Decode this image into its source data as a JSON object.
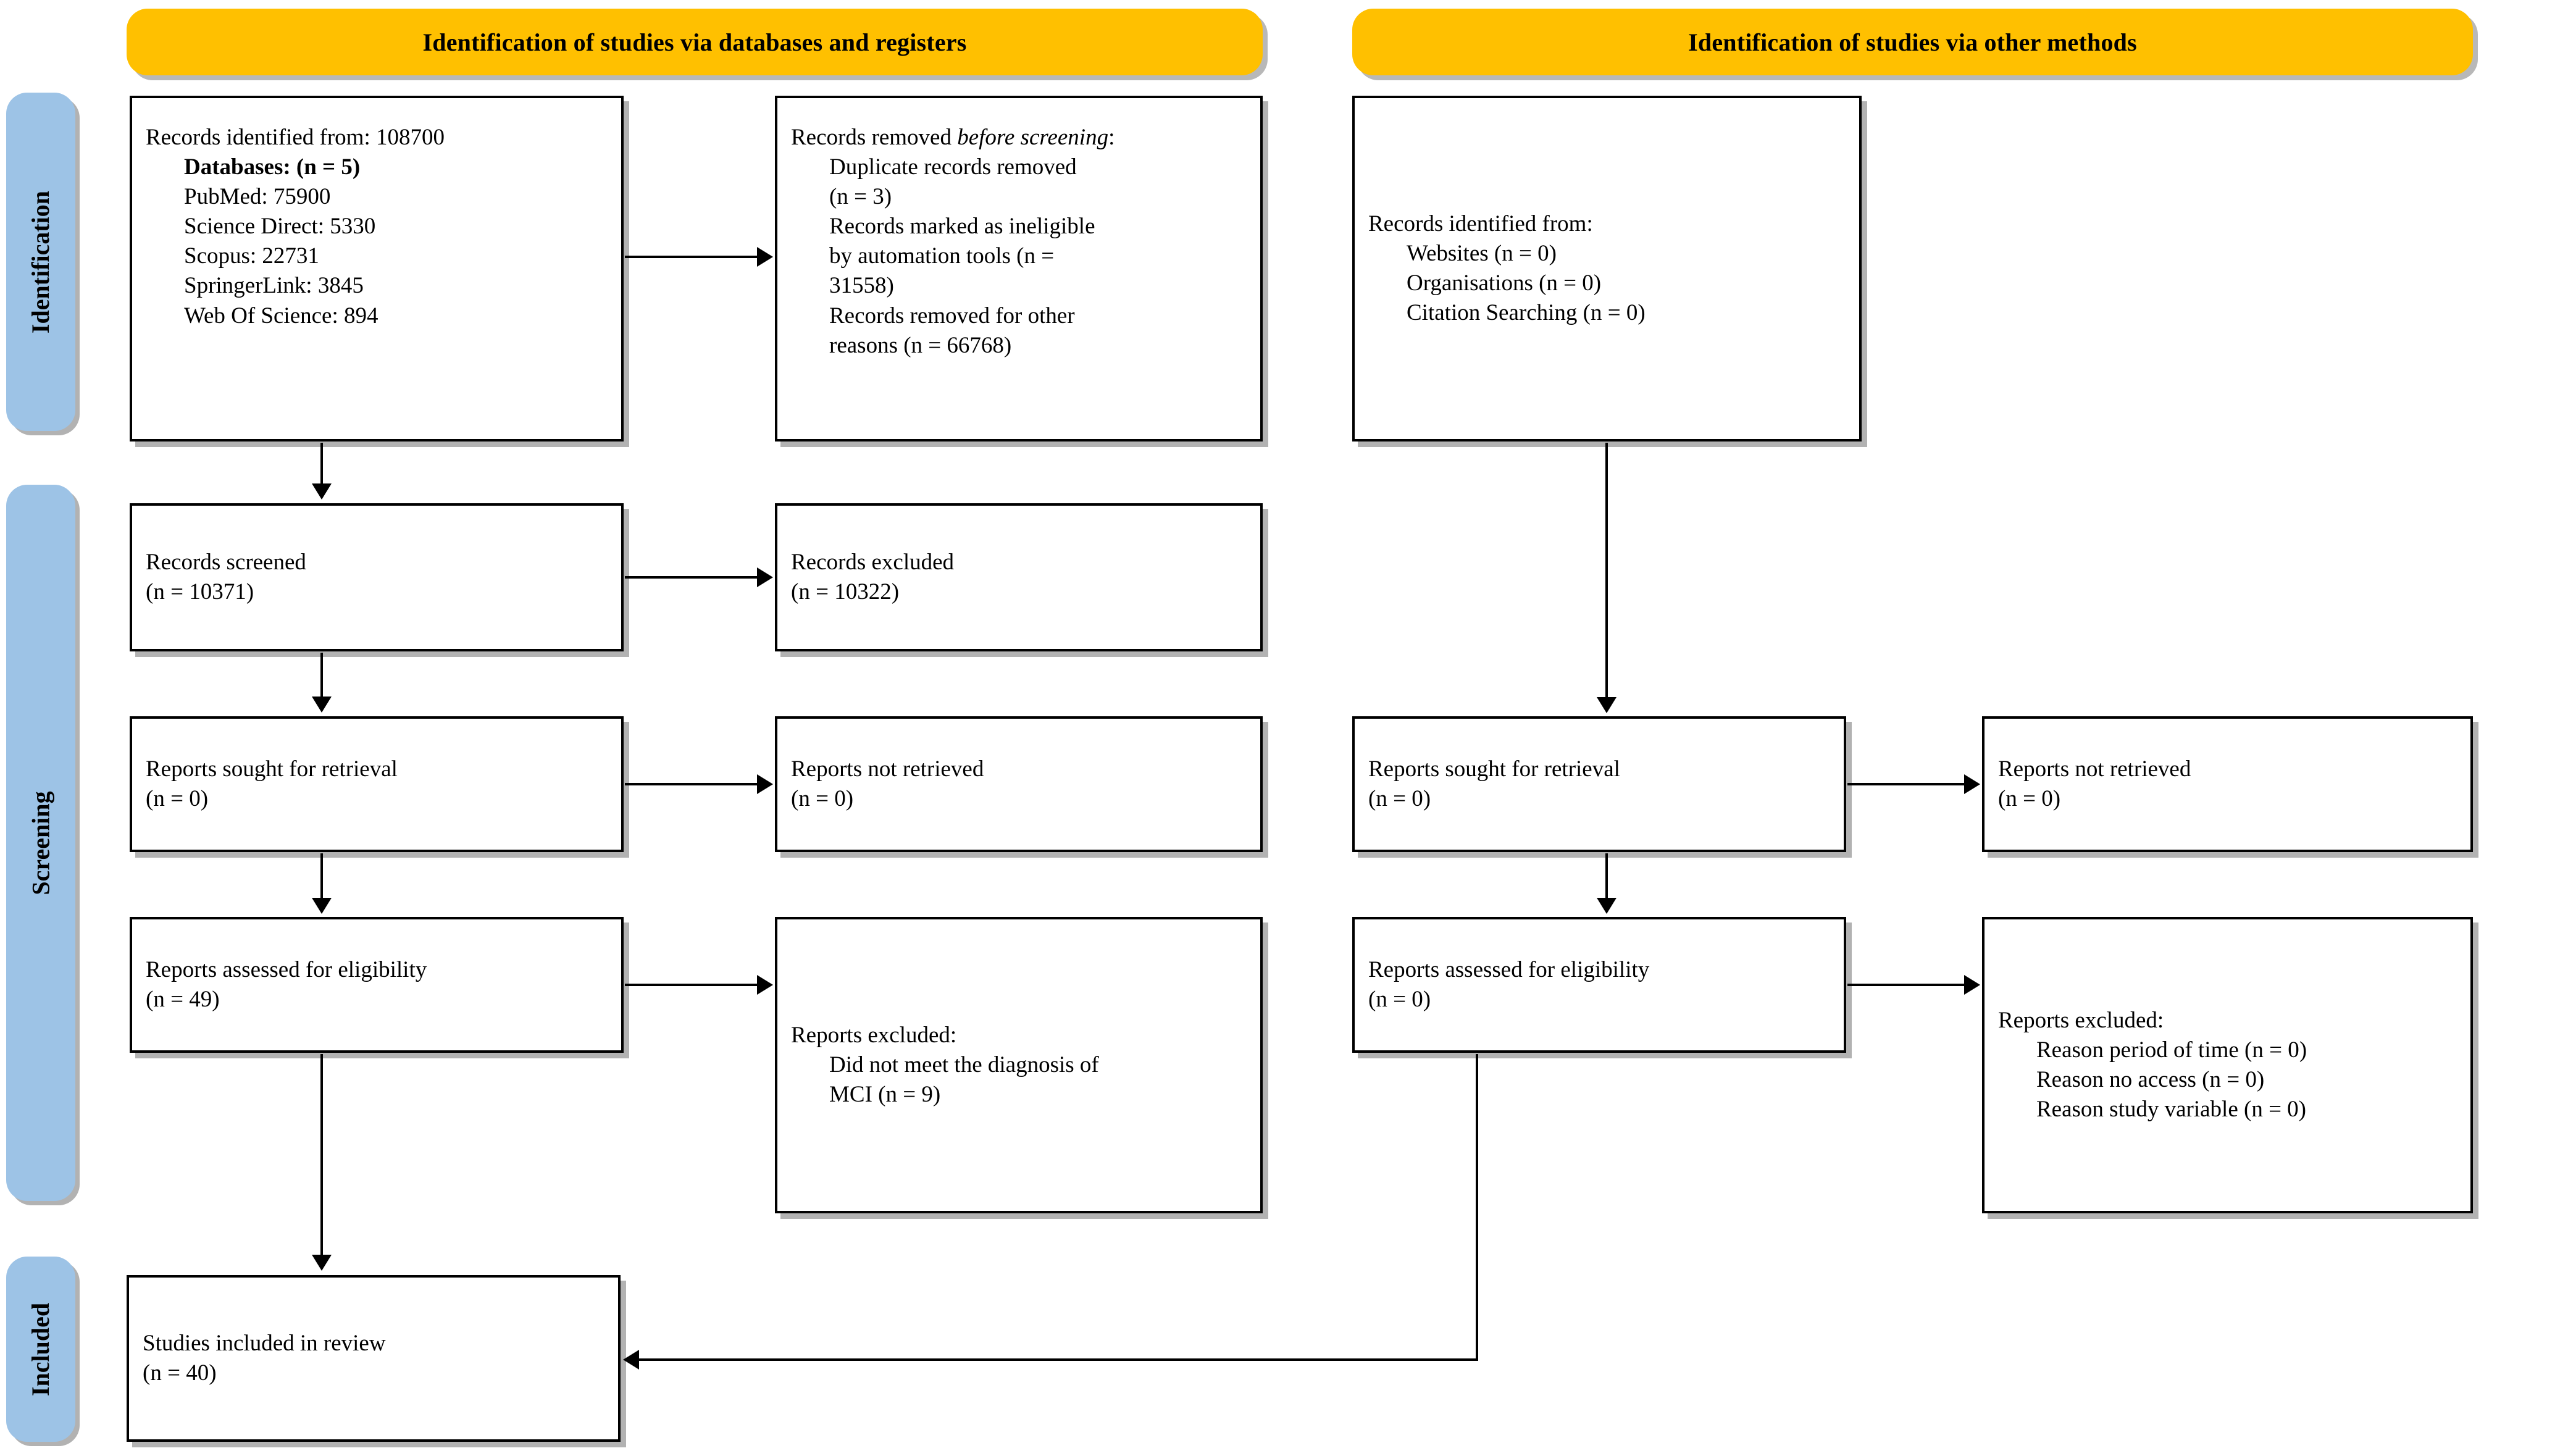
{
  "banners": {
    "left": "Identification of studies via databases and registers",
    "right": "Identification of studies via other methods"
  },
  "stages": [
    {
      "label": "Identification"
    },
    {
      "label": "Screening"
    },
    {
      "label": "Included"
    }
  ],
  "colors": {
    "banner_fill": "#FFC000",
    "stage_fill": "#9DC3E6",
    "box_border": "#000000",
    "box_fill": "#FFFFFF",
    "text": "#000000"
  },
  "boxes": {
    "records_identified_db": {
      "title": "Records identified from: 108700",
      "items": [
        "Databases: (n = 5)",
        "PubMed: 75900",
        "Science Direct: 5330",
        "Scopus: 22731",
        "SpringerLink: 3845",
        "Web Of Science: 894"
      ]
    },
    "records_removed_before_screening": {
      "title_prefix": "Records removed ",
      "title_italic": "before screening",
      "title_suffix": ":",
      "items": [
        "Duplicate records removed",
        "(n = 3)",
        "Records marked as ineligible",
        "by automation tools (n =",
        "31558)",
        "Records removed for other",
        "reasons (n = 66768)"
      ]
    },
    "records_screened": {
      "title": "Records screened",
      "count": "(n = 10371)"
    },
    "records_excluded": {
      "title": "Records excluded",
      "count": "(n = 10322)"
    },
    "reports_sought_left": {
      "title": "Reports sought for retrieval",
      "count": "(n = 0)"
    },
    "reports_not_retrieved_left": {
      "title": "Reports not retrieved",
      "count": "(n = 0)"
    },
    "reports_assessed_left": {
      "title": "Reports assessed for eligibility",
      "count": "(n = 49)"
    },
    "reports_excluded_left": {
      "title": "Reports excluded:",
      "items": [
        "Did not meet the diagnosis of",
        "MCI (n = 9)"
      ]
    },
    "studies_included": {
      "title": "Studies included in review",
      "count": "(n = 40)"
    },
    "records_identified_other": {
      "title": "Records identified from:",
      "items": [
        "Websites (n = 0)",
        "Organisations (n = 0)",
        "Citation Searching (n = 0)"
      ]
    },
    "reports_sought_right": {
      "title": "Reports sought for retrieval",
      "count": "(n = 0)"
    },
    "reports_not_retrieved_right": {
      "title": "Reports not retrieved",
      "count": "(n = 0)"
    },
    "reports_assessed_right": {
      "title": "Reports assessed for eligibility",
      "count": "(n = 0)"
    },
    "reports_excluded_right": {
      "title": "Reports excluded:",
      "items": [
        "Reason period of time (n = 0)",
        "Reason no access (n = 0)",
        "Reason study variable (n = 0)"
      ]
    }
  }
}
